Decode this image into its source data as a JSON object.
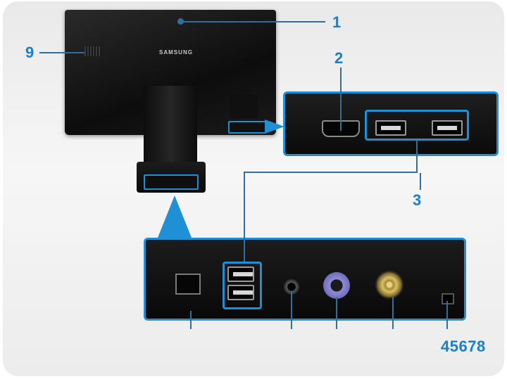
{
  "brand": "SAMSUNG",
  "callouts": {
    "c1": "1",
    "c2": "2",
    "c3": "3",
    "c9": "9",
    "c45678": "45678"
  },
  "colors": {
    "accent": "#1f8fd6",
    "label": "#1a7fc8",
    "ps2": "#6f6cbc",
    "coax": "#d9bf6a"
  }
}
